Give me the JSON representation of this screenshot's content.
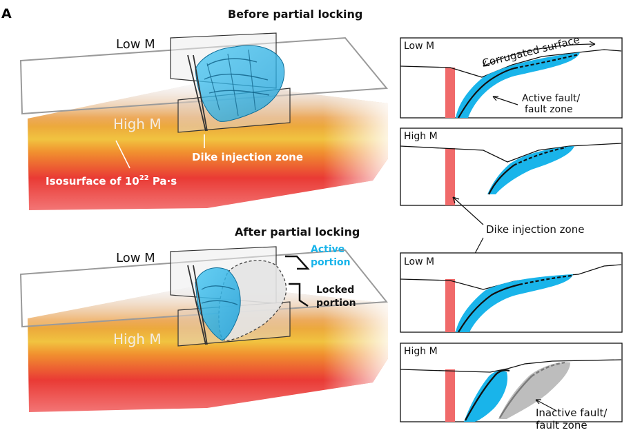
{
  "panel_letter": "A",
  "top": {
    "title": "Before partial locking",
    "low_label": "Low M",
    "high_label": "High M",
    "dike_label": "Dike injection zone",
    "isosurface_prefix": "Isosurface of 10",
    "isosurface_exp": "22",
    "isosurface_suffix": " Pa·s"
  },
  "bottom": {
    "title": "After partial locking",
    "low_label": "Low M",
    "high_label": "High M",
    "active_line1": "Active",
    "active_line2": "portion",
    "locked_line1": "Locked",
    "locked_line2": "portion"
  },
  "sections": [
    {
      "label": "Low M"
    },
    {
      "label": "High M"
    },
    {
      "label": "Low M"
    },
    {
      "label": "High M"
    }
  ],
  "annotations": {
    "corrugated": "Corrugated surface",
    "active_fault_1": "Active fault/",
    "active_fault_2": "fault zone",
    "dike_zone": "Dike injection zone",
    "inactive_fault_1": "Inactive fault/",
    "inactive_fault_2": "fault zone"
  },
  "colors": {
    "cyan": "#19b4ea",
    "dike": "#f06a6a",
    "inactive": "#bdbdbd",
    "hot_red": "#e8302a",
    "orange": "#f08a24",
    "yellow": "#f5c542"
  }
}
